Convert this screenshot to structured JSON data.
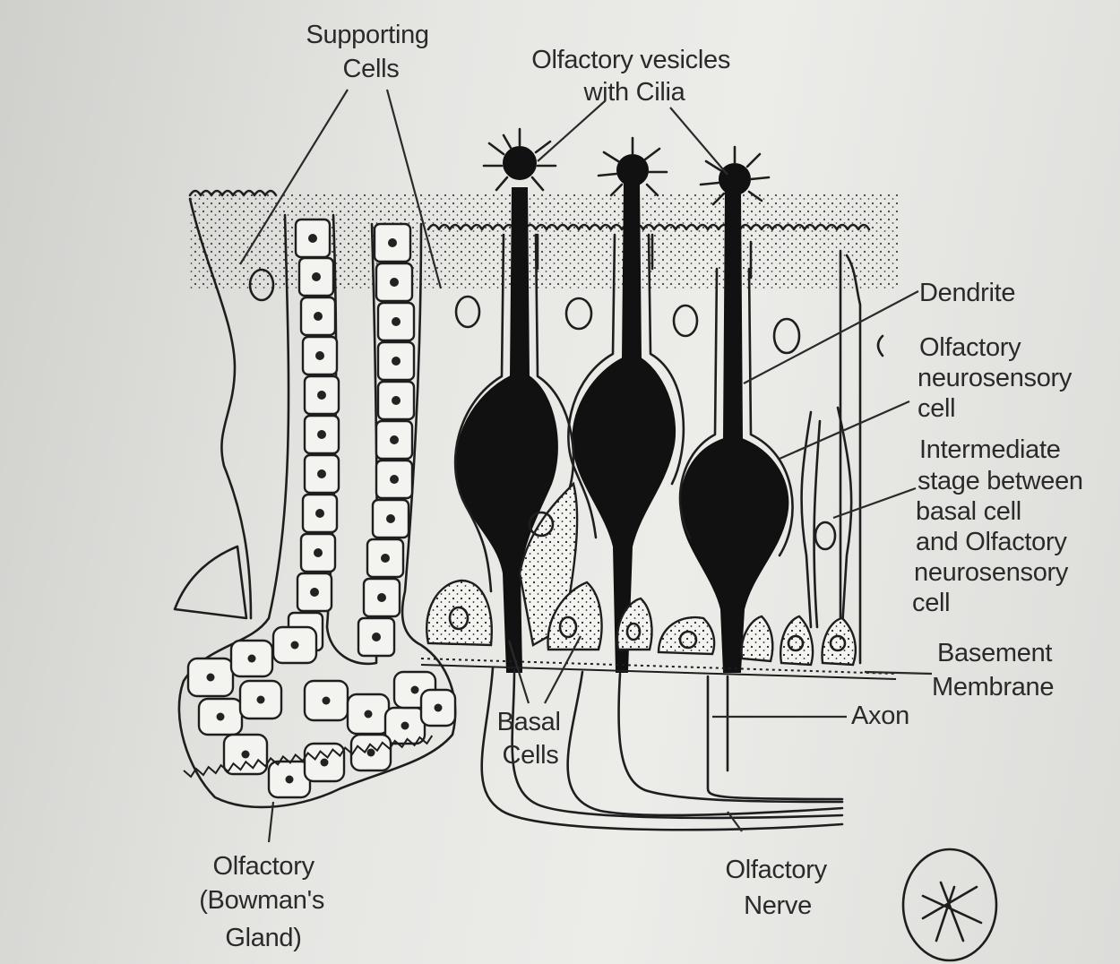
{
  "labels": {
    "supporting_cells": [
      "Supporting",
      "Cells"
    ],
    "olfactory_vesicles": [
      "Olfactory vesicles",
      "with Cilia"
    ],
    "dendrite": [
      "Dendrite"
    ],
    "neurosensory_cell": [
      "Olfactory",
      "neurosensory",
      "cell"
    ],
    "intermediate_stage": [
      "Intermediate",
      "stage between",
      "basal cell",
      "and Olfactory",
      "neurosensory",
      "cell"
    ],
    "basement_membrane": [
      "Basement",
      "Membrane"
    ],
    "axon": [
      "Axon"
    ],
    "basal_cells": [
      "Basal",
      "Cells"
    ],
    "bowmans_gland": [
      "Olfactory",
      "(Bowman's",
      "Gland)"
    ],
    "olfactory_nerve": [
      "Olfactory",
      "Nerve"
    ]
  },
  "colors": {
    "ink": "#1e1e1e",
    "paper": "#ecece9",
    "label": "#2a2a2a"
  }
}
